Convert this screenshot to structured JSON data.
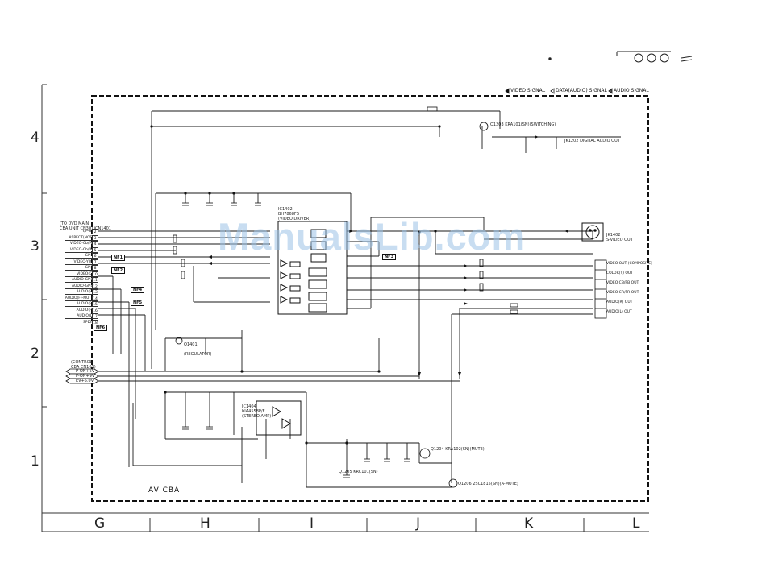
{
  "legend": {
    "video_signal": "VIDEO SIGNAL",
    "data_audio_signal": "DATA(AUDIO) SIGNAL",
    "audio_signal": "AUDIO SIGNAL"
  },
  "row_labels": [
    "4",
    "3",
    "2",
    "1"
  ],
  "column_labels": [
    "G",
    "H",
    "I",
    "J",
    "K",
    "L"
  ],
  "board_name": "AV  CBA",
  "watermark": "ManualsLib.com",
  "connector": {
    "title": "(TO DVD MAIN",
    "subtitle": "CBA UNIT CN301)",
    "ref": "CN1401",
    "signals": [
      {
        "name": "Y/P-Bo",
        "pin": "2"
      },
      {
        "name": "ASPECT(NOT)",
        "pin": "3"
      },
      {
        "name": "VIDEO-Cb/Pb",
        "pin": "4"
      },
      {
        "name": "VIDEO-Cb/Pb",
        "pin": "5"
      },
      {
        "name": "GND",
        "pin": "6"
      },
      {
        "name": "VIDEO-Y(Y)",
        "pin": "7"
      },
      {
        "name": "GND",
        "pin": "8"
      },
      {
        "name": "VIDEO(C)",
        "pin": "10"
      },
      {
        "name": "AUDIO-GND",
        "pin": "11"
      },
      {
        "name": "AUDIO-GND",
        "pin": "12"
      },
      {
        "name": "AUDIO(R)",
        "pin": "13"
      },
      {
        "name": "AUDIO(F)-MUTE",
        "pin": "14"
      },
      {
        "name": "AUDIO(R)",
        "pin": "15"
      },
      {
        "name": "AUDIO(R)",
        "pin": "16"
      },
      {
        "name": "AUDIO(L)",
        "pin": "17"
      },
      {
        "name": "SPDIF",
        "pin": "18"
      }
    ]
  },
  "nf_tags": [
    "NF1",
    "NF2",
    "NF4",
    "NF3",
    "NF5",
    "NF6"
  ],
  "ics": {
    "ic1402": {
      "ref": "IC1402",
      "part": "BH7868FS",
      "function": "(VIDEO DRIVER)"
    },
    "ic1404": {
      "ref": "IC1404",
      "part": "KIA4558P/F",
      "function": "(STEREO AMP)"
    },
    "q1401": {
      "ref": "Q1401",
      "function": "(REGULATOR)"
    }
  },
  "control_lines": {
    "title": "(CONTROL",
    "subtitle": "CBA CN101)",
    "lines": [
      "P-ON+5V",
      "P-ON+9V",
      "EV+5.0V"
    ]
  },
  "outputs": {
    "jack_ref": "JK1402",
    "jack_desc": "S-VIDEO OUT",
    "digital": "JK1202 DIGITAL AUDIO OUT",
    "items": [
      "VIDEO OUT (COMPOSITE)",
      "COLOR(Y) OUT",
      "VIDEO CB/PB OUT",
      "VIDEO CR/PR OUT",
      "AUDIO(R) OUT",
      "AUDIO(L) OUT"
    ]
  },
  "transistors": {
    "q1203": "Q1203 KRA101(SN)(SWITCHING)",
    "q1204": "Q1204 KRA102(SN)(MUTE)",
    "q1205": "Q1205 KRC101(SN)",
    "q1206": "Q1206 2SC1815(SN)(A-MUTE)"
  },
  "colors": {
    "line": "#1a1a1a",
    "watermark": "#9cc3e6",
    "background": "#ffffff"
  }
}
